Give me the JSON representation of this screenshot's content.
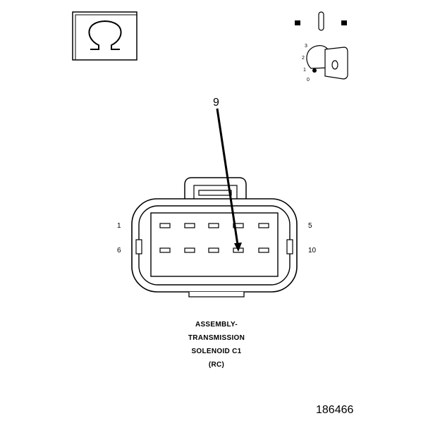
{
  "symbols": {
    "ohmmeter_icon": "omega-icon",
    "ignition_icon": "ignition-key-icon",
    "key_positions": [
      "0",
      "1",
      "2",
      "3"
    ]
  },
  "connector": {
    "pin_labels": {
      "top_left": "1",
      "top_right": "5",
      "bottom_left": "6",
      "bottom_right": "10"
    },
    "callout": "9",
    "caption": [
      "ASSEMBLY-",
      "TRANSMISSION",
      "SOLENOID C1",
      "(RC)"
    ]
  },
  "figure_id": "186466"
}
